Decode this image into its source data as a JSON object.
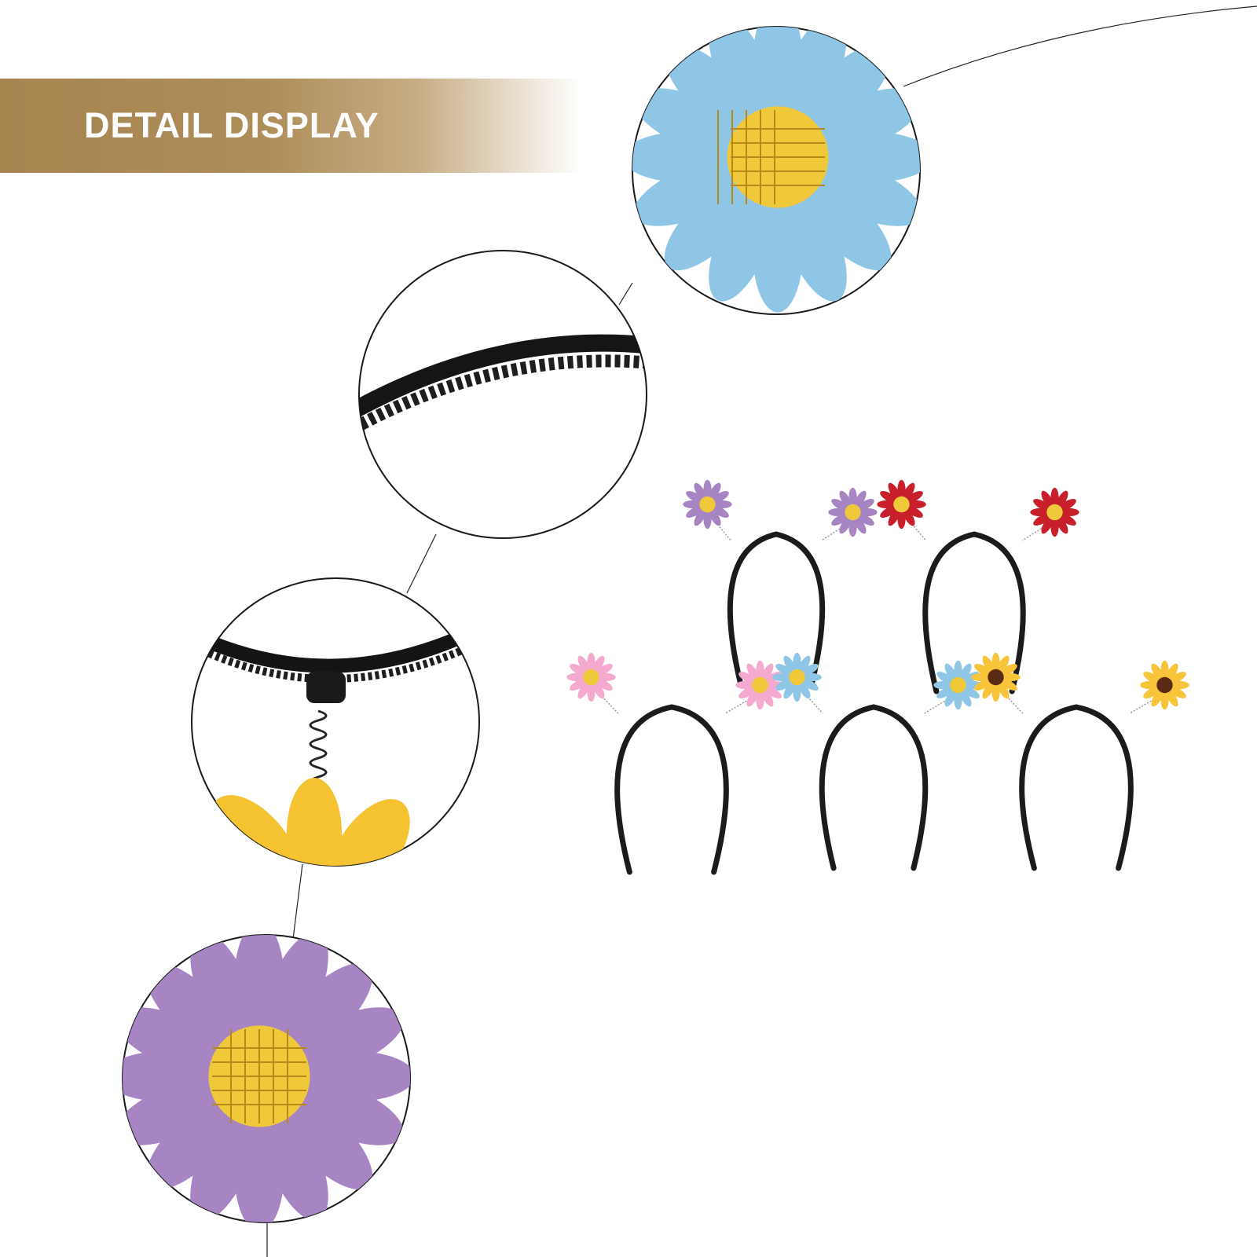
{
  "banner": {
    "title": "DETAIL DISPLAY"
  },
  "colors": {
    "banner_gold": "#ad8d58",
    "petal_blue": "#8fc6e6",
    "petal_purple": "#a685c2",
    "petal_yellow": "#f7c43a",
    "petal_red": "#c8202a",
    "petal_pink": "#f4a9cf",
    "center_yellow": "#f0c93a",
    "center_brown": "#5a2a12",
    "headband_black": "#1b1b1b"
  },
  "details": [
    {
      "name": "blue-flower-closeup"
    },
    {
      "name": "headband-teeth-closeup"
    },
    {
      "name": "spring-closeup"
    },
    {
      "name": "purple-flower-closeup"
    }
  ],
  "headbands": [
    {
      "name": "purple-flower-headband",
      "petal": "#a685c2",
      "center": "#f0c93a"
    },
    {
      "name": "red-flower-headband",
      "petal": "#c8202a",
      "center": "#f0c93a"
    },
    {
      "name": "pink-flower-headband",
      "petal": "#f4a9cf",
      "center": "#f0c93a"
    },
    {
      "name": "blue-flower-headband",
      "petal": "#8fc6e6",
      "center": "#f0c93a"
    },
    {
      "name": "yellow-flower-headband",
      "petal": "#f7c43a",
      "center": "#5a2a12"
    }
  ]
}
